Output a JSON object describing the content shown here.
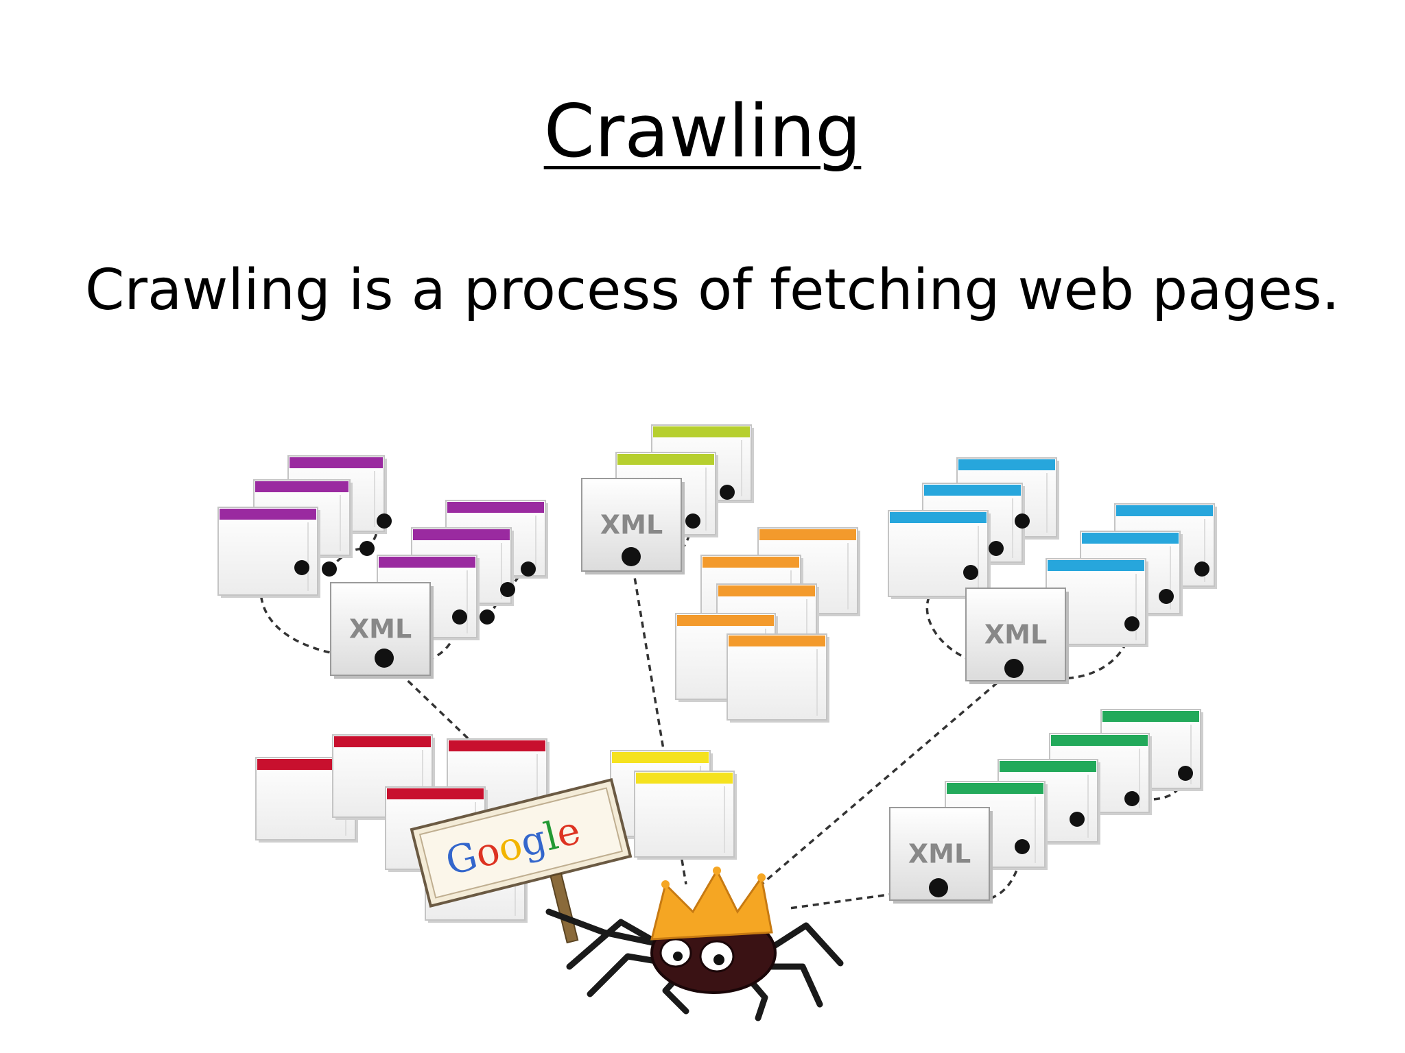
{
  "slide": {
    "title": "Crawling",
    "body": "Crawling is a process of fetching web pages."
  },
  "illustration": {
    "xml_label": "XML",
    "sign_text": [
      "G",
      "o",
      "o",
      "g",
      "l",
      "e"
    ],
    "sign_colors": [
      "#3366cc",
      "#dd3322",
      "#f2b400",
      "#3366cc",
      "#229933",
      "#dd3322"
    ],
    "cluster_colors": {
      "purple": "#9a2aa0",
      "lime": "#b6cf2e",
      "orange": "#f39a2c",
      "blue": "#27a6dc",
      "red": "#c8102e",
      "yellow": "#f5e21f",
      "green": "#22a95a"
    },
    "crown_color": "#f5a623"
  }
}
